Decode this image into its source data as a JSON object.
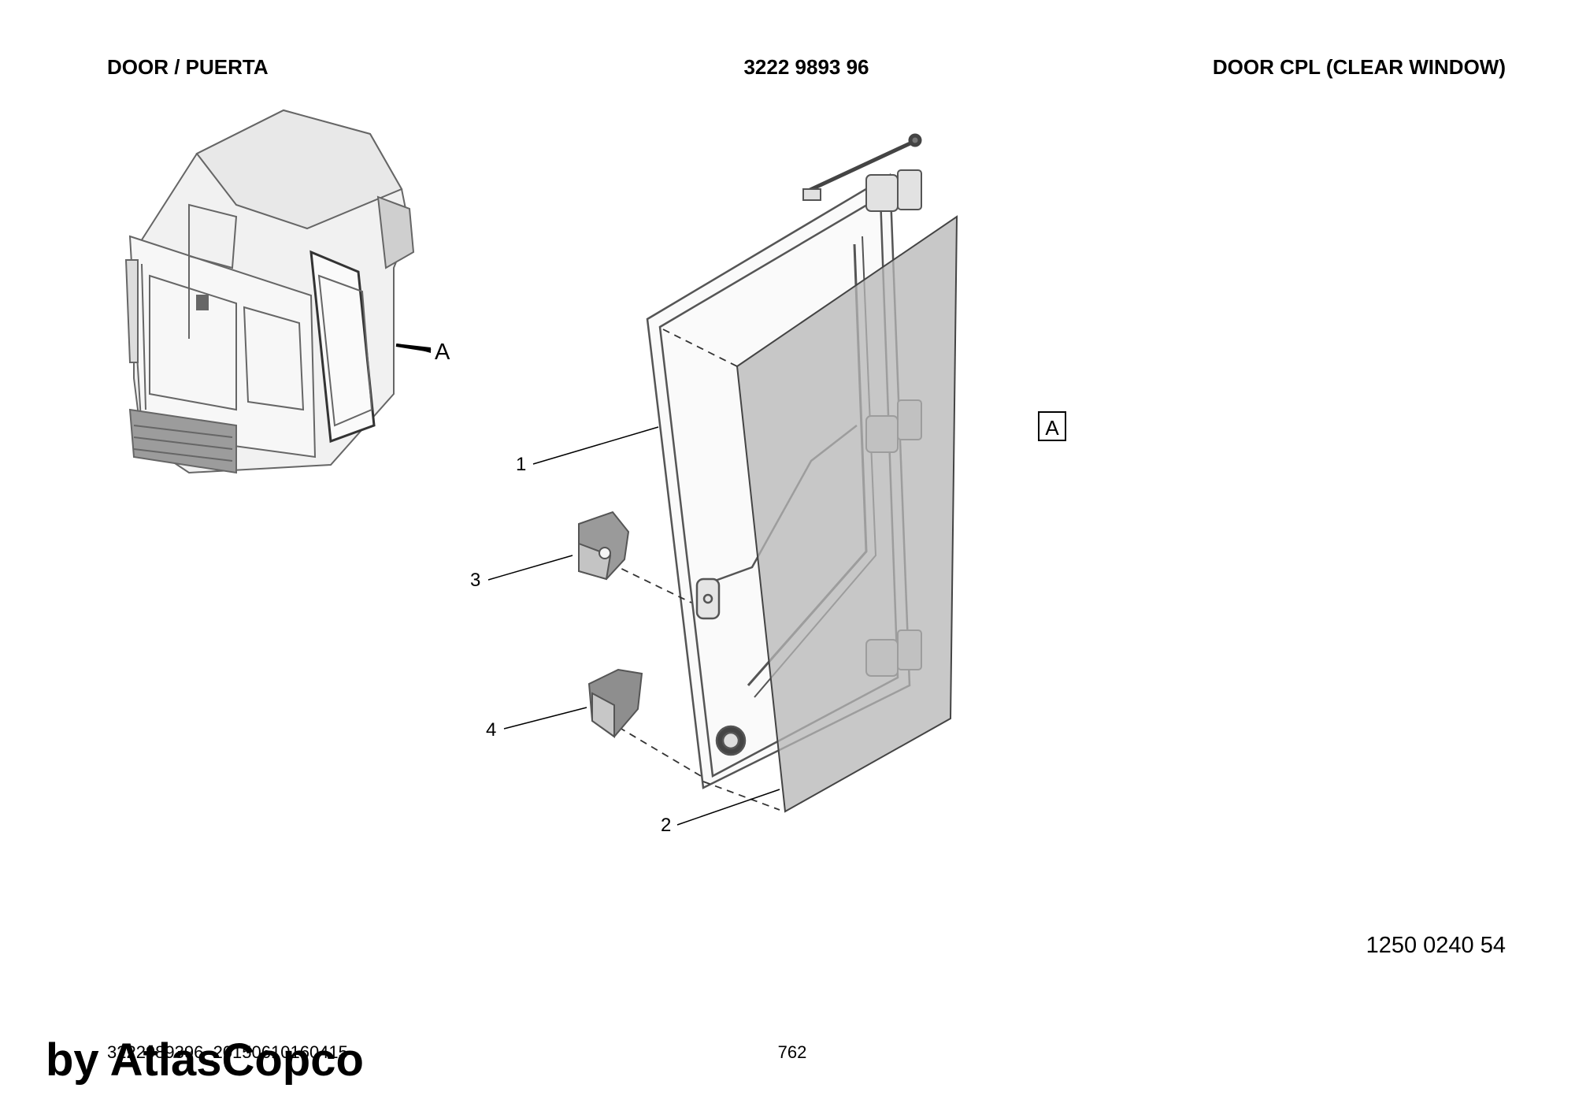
{
  "header": {
    "left": "DOOR / PUERTA",
    "center": "3222 9893 96",
    "right": "DOOR CPL (CLEAR WINDOW)"
  },
  "callouts": [
    "1",
    "2",
    "3",
    "4"
  ],
  "view_label": "A",
  "view_tag": "A",
  "drawing_code": "1250 0240 54",
  "footer": {
    "id": "3222989396_20150610160415",
    "page": "762"
  },
  "watermark": "by AtlasCopco",
  "colors": {
    "glass": "#b5b5b5",
    "line": "#555555",
    "bracket": "#9a9a9a"
  }
}
